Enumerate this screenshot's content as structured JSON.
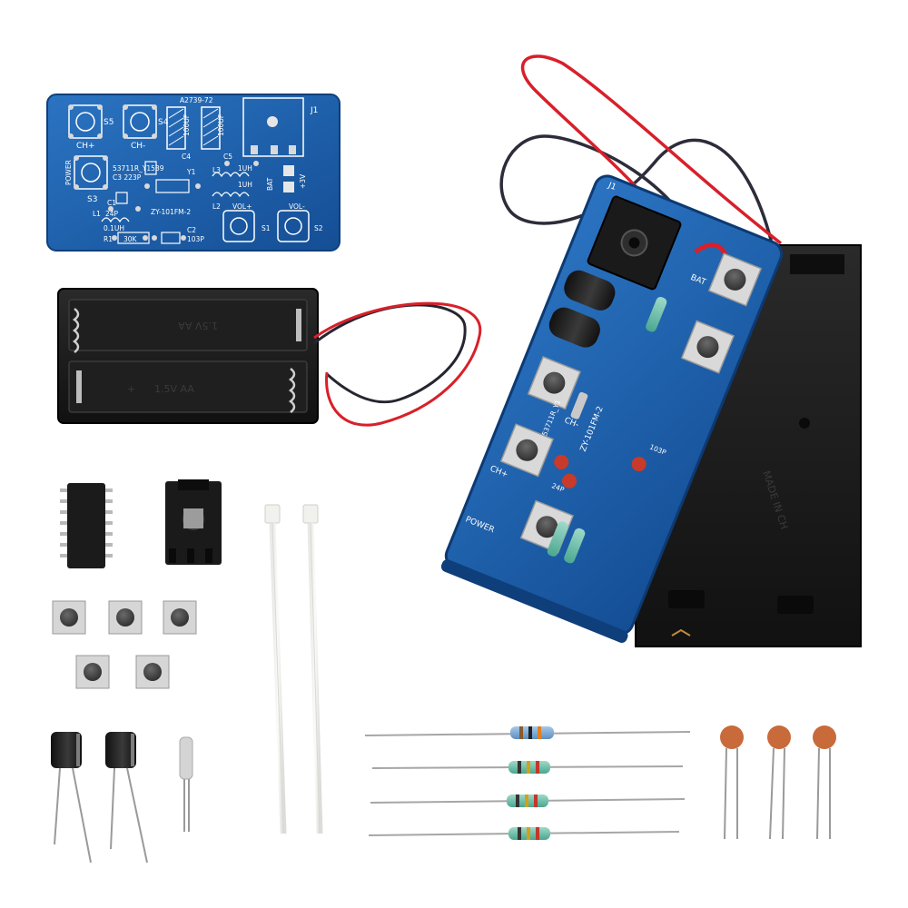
{
  "bare_board": {
    "header": "A2739-72",
    "chip": "53711R_Y1539",
    "model": "ZY-101FM-2",
    "labels": {
      "s5": "S5",
      "s4": "S4",
      "s3": "S3",
      "s1": "S1",
      "s2": "S2",
      "ch_plus": "CH+",
      "ch_minus": "CH-",
      "power": "POWER",
      "c3": "C3 223P",
      "c1": "C1",
      "c1_val": "24P",
      "l1": "L1",
      "l1_val": "0.1UH",
      "r1": "R1",
      "r1_val": "30K",
      "c2": "C2",
      "c2_val": "103P",
      "y1": "Y1",
      "l3": "L3",
      "l3_val": "1UH",
      "l2": "L2",
      "l2_val": "1UH",
      "c4": "C4",
      "c5": "C5",
      "cap_val": "100UF",
      "j1": "J1",
      "bat": "BAT",
      "bat_v": "+3V",
      "vol_plus": "VOL+",
      "vol_minus": "VOL-"
    }
  },
  "battery_holder": {
    "label_top": "1.5V AA",
    "label_bottom": "1.5V AA",
    "sign": "+"
  },
  "assembled": {
    "model": "ZY-101FM-2",
    "chip": "53711R_Y1",
    "labels": {
      "power": "POWER",
      "ch_plus": "CH+",
      "ch_minus": "CH-",
      "j1": "J1",
      "bat": "BAT",
      "c2": "103P",
      "c1": "24P"
    }
  },
  "back_holder": {
    "mold_text": "MADE IN CH"
  },
  "parts": {
    "tact_switch_count": 5,
    "electrolytic_cap_count": 2,
    "resistor_count": 4,
    "ceramic_cap_count": 3,
    "cable_tie_count": 2
  },
  "colors": {
    "pcb_blue": "#1c5fa8",
    "pcb_dark": "#0f3f7a",
    "wire_red": "#d8202a",
    "wire_black": "#262630",
    "holder_black": "#1c1c1c",
    "ceramic_orange": "#c86a3a"
  }
}
